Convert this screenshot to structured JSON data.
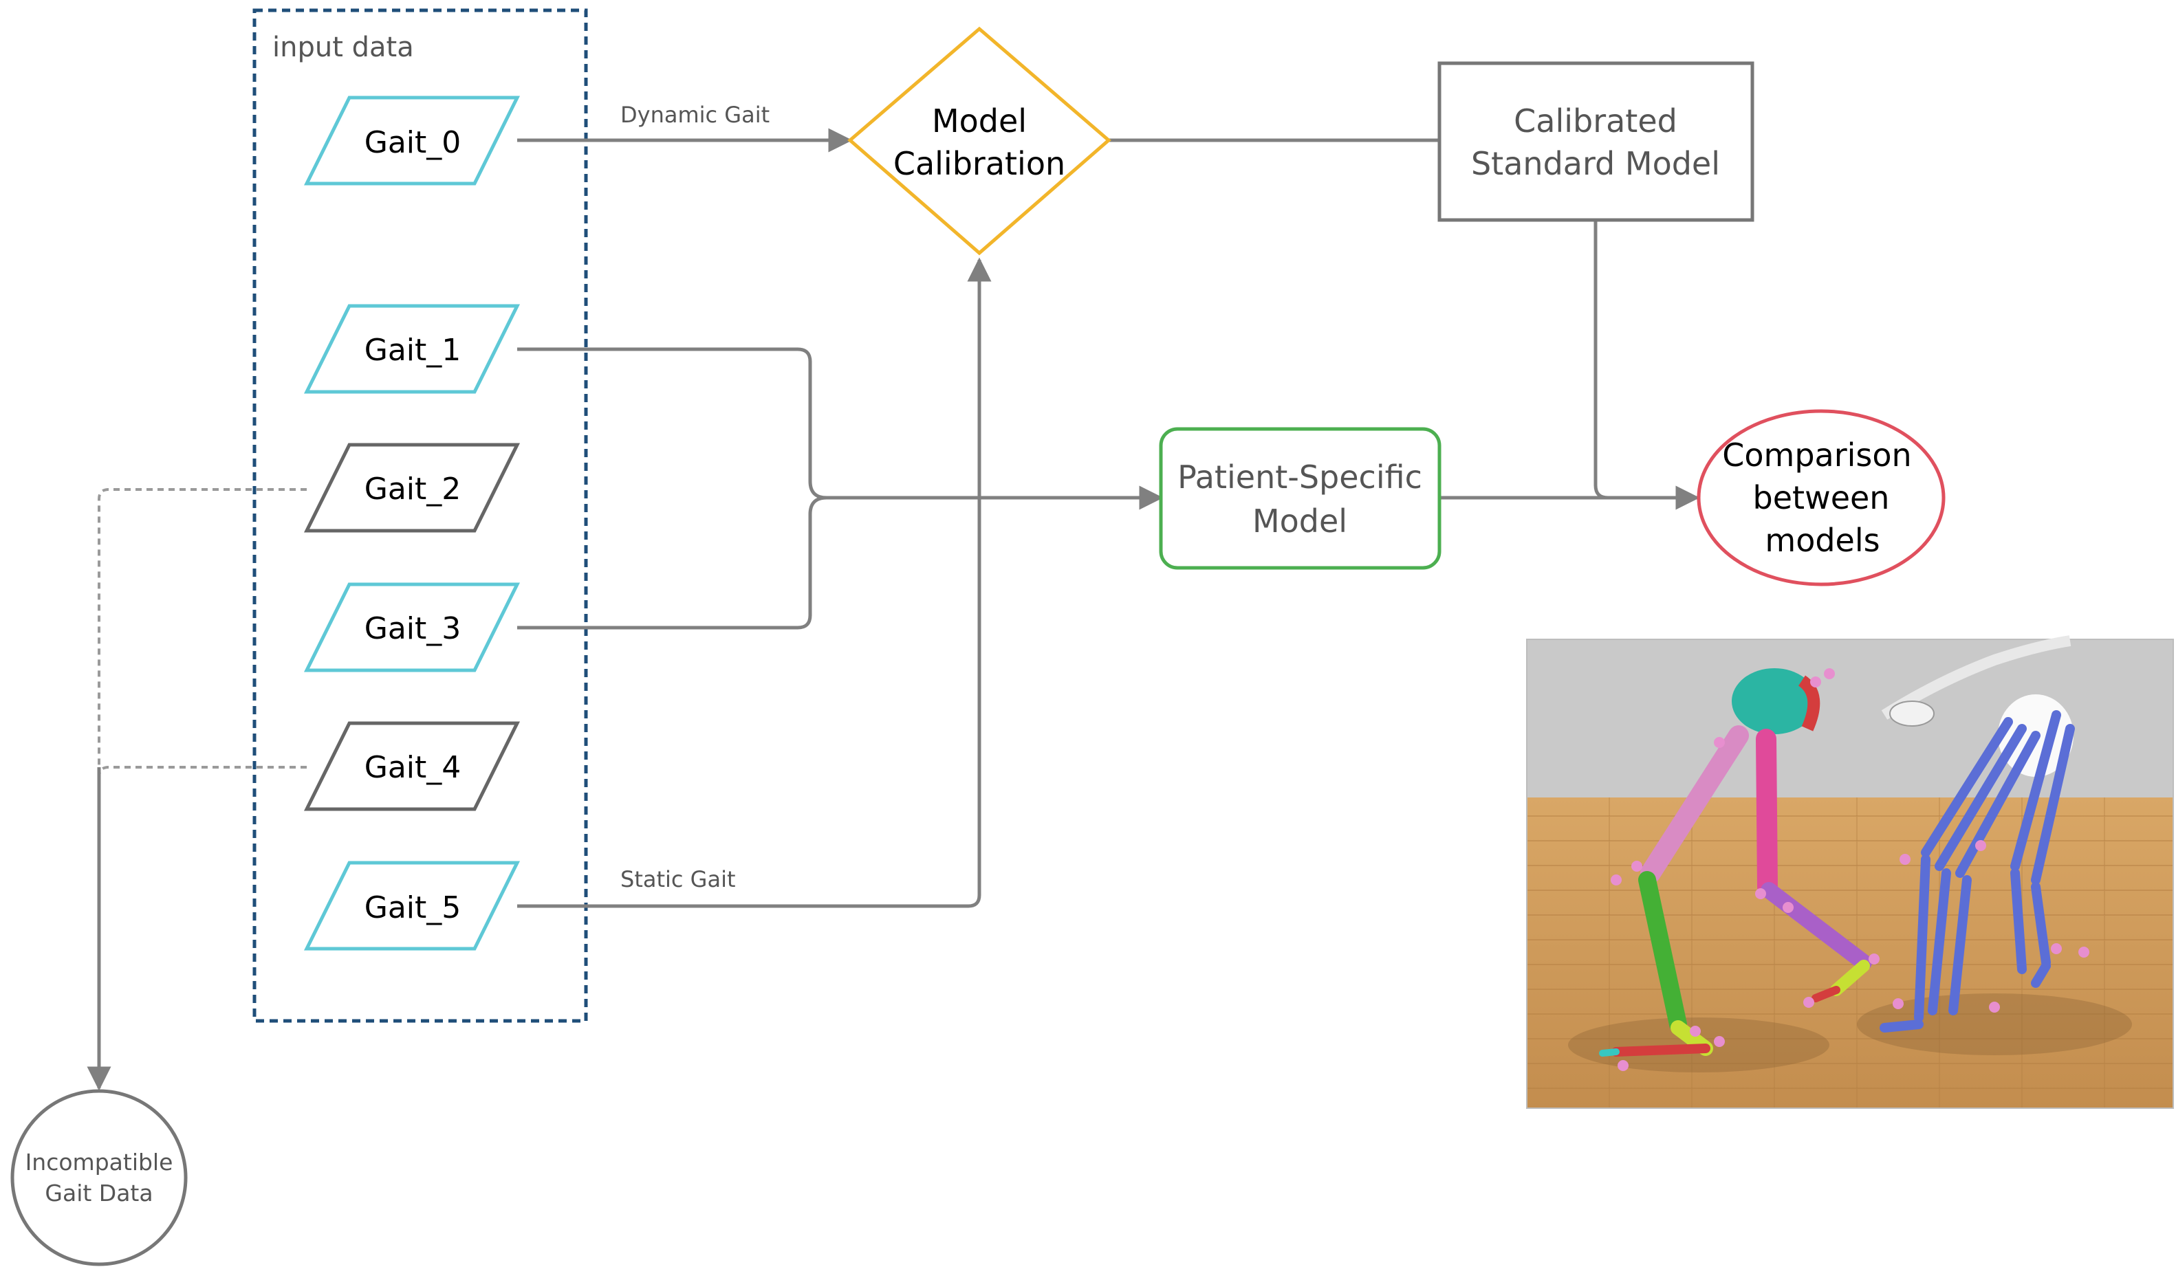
{
  "group_label": "input data",
  "inputs": [
    {
      "label": "Gait_0",
      "compatible": true
    },
    {
      "label": "Gait_1",
      "compatible": true
    },
    {
      "label": "Gait_2",
      "compatible": false
    },
    {
      "label": "Gait_3",
      "compatible": true
    },
    {
      "label": "Gait_4",
      "compatible": false
    },
    {
      "label": "Gait_5",
      "compatible": true
    }
  ],
  "edge_labels": {
    "dynamic": "Dynamic Gait",
    "static": "Static Gait"
  },
  "nodes": {
    "calibration": [
      "Model",
      "Calibration"
    ],
    "calibrated": [
      "Calibrated",
      "Standard Model"
    ],
    "patient": [
      "Patient-Specific",
      "Model"
    ],
    "comparison": [
      "Comparison",
      "between",
      "models"
    ],
    "incompatible": [
      "Incompatible",
      "Gait Data"
    ]
  },
  "colors": {
    "input_compatible": "#5ec8d6",
    "input_incompatible": "#666666",
    "group_border": "#1f4e79",
    "calibration": "#f2b52a",
    "patient": "#4caf50",
    "comparison": "#e0505e",
    "edge": "#808080"
  }
}
